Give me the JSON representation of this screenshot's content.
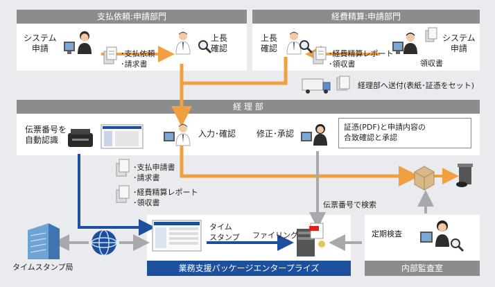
{
  "sections": {
    "payment_request": "支払依頼:申請部門",
    "expense_settlement": "経費精算:申請部門",
    "accounting": "経 理 部",
    "package": "業務支援パッケージエンタープライズ",
    "audit": "内部監査室"
  },
  "labels": {
    "system_apply_left": "システム\n申請",
    "docs_payment": "･支払依頼\n･請求書",
    "supervisor_left": "上長\n確認",
    "supervisor_right": "上長\n確認",
    "docs_expense": "･経費精算レポート\n･領収書",
    "system_apply_right": "システム\n申請",
    "receipt": "領収書",
    "send_to_accounting": "経理部へ送付(表紙･証憑をセット)",
    "voucher_auto": "伝票番号を\n自動認識",
    "input_confirm": "入力･確認",
    "fix_approve": "修正･承認",
    "match_note": "証憑(PDF)と申請内容の\n合致確認と承認",
    "docs_payreq": "･支払申請書\n･請求書",
    "docs_expense2": "･経費精算レポート\n･領収書",
    "search_by_voucher": "伝票番号で検索",
    "timestamp_authority": "タイムスタンプ局",
    "timestamp": "タイム\nスタンプ",
    "filing": "ファイリング",
    "periodic_audit": "定期検査"
  },
  "colors": {
    "band_gray": "#8a8c8e",
    "orange_arrow": "#f0a040",
    "blue_arrow": "#1c4f9c",
    "gray_arrow": "#a7a9ac",
    "background": "#e9ebee"
  },
  "icons": [
    "person-icon",
    "computer-icon",
    "magnifier-icon",
    "document-icon",
    "truck-icon",
    "scanner-icon",
    "server-icon",
    "building-icon",
    "globe-icon",
    "box-icon",
    "trash-icon",
    "pdf-icon"
  ]
}
